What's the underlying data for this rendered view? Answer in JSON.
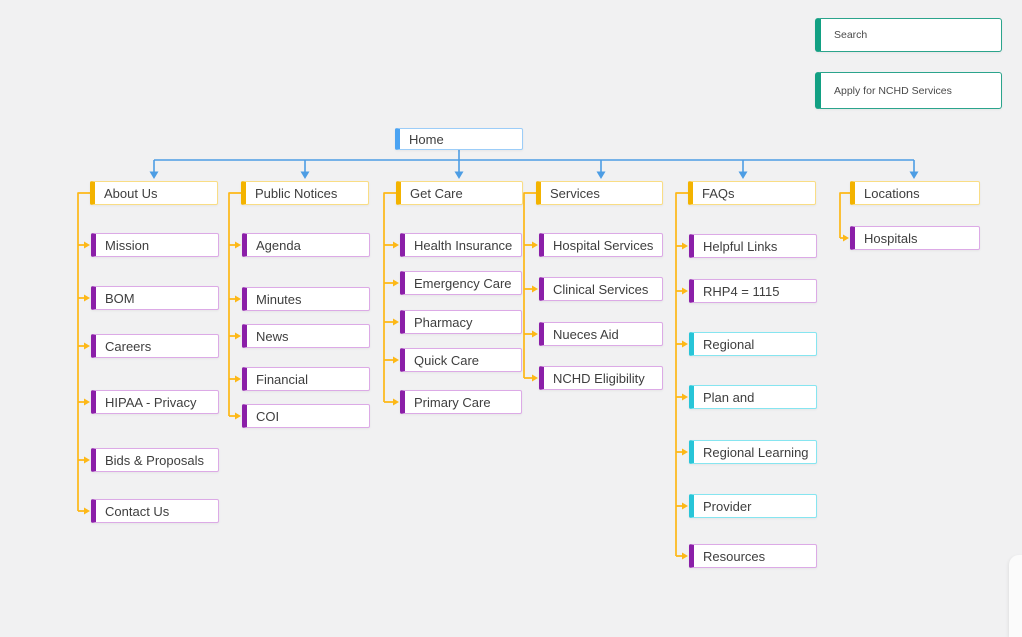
{
  "colors": {
    "bg": "#f1f1f2",
    "blue_line": "#4d9de4",
    "blue_bar": "#4ba3f2",
    "blue_border": "#9ccdf8",
    "yellow_line": "#fdb817",
    "yellow_bar": "#f3b300",
    "yellow_border": "#f9dd85",
    "purple_bar": "#8b1fa8",
    "purple_border": "#dcaae6",
    "cyan_bar": "#28c5d8",
    "cyan_border": "#86e5f0",
    "teal_bar": "#12a083",
    "teal_border": "#2ba48c"
  },
  "utility_nodes": [
    {
      "label": "Search"
    },
    {
      "label": "Apply for NCHD Services"
    }
  ],
  "root": {
    "label": "Home"
  },
  "columns": [
    {
      "header": {
        "label": "About Us"
      },
      "children": [
        {
          "label": "Mission",
          "color": "purple"
        },
        {
          "label": "BOM",
          "color": "purple"
        },
        {
          "label": "Careers",
          "color": "purple"
        },
        {
          "label": "HIPAA - Privacy",
          "color": "purple"
        },
        {
          "label": "Bids & Proposals",
          "color": "purple"
        },
        {
          "label": "Contact Us",
          "color": "purple"
        }
      ]
    },
    {
      "header": {
        "label": "Public Notices"
      },
      "children": [
        {
          "label": "Agenda",
          "color": "purple"
        },
        {
          "label": "Minutes",
          "color": "purple"
        },
        {
          "label": "News",
          "color": "purple"
        },
        {
          "label": "Financial",
          "color": "purple"
        },
        {
          "label": "COI",
          "color": "purple"
        }
      ]
    },
    {
      "header": {
        "label": "Get Care"
      },
      "children": [
        {
          "label": "Health Insurance",
          "color": "purple"
        },
        {
          "label": "Emergency Care",
          "color": "purple"
        },
        {
          "label": "Pharmacy",
          "color": "purple"
        },
        {
          "label": "Quick Care",
          "color": "purple"
        },
        {
          "label": "Primary Care",
          "color": "purple"
        }
      ]
    },
    {
      "header": {
        "label": "Services"
      },
      "children": [
        {
          "label": "Hospital Services",
          "color": "purple"
        },
        {
          "label": "Clinical Services",
          "color": "purple"
        },
        {
          "label": "Nueces Aid",
          "color": "purple"
        },
        {
          "label": "NCHD Eligibility",
          "color": "purple"
        }
      ]
    },
    {
      "header": {
        "label": "FAQs"
      },
      "children": [
        {
          "label": "Helpful Links",
          "color": "purple"
        },
        {
          "label": "RHP4 = 1115",
          "color": "purple"
        },
        {
          "label": "Regional",
          "color": "cyan"
        },
        {
          "label": "Plan and",
          "color": "cyan"
        },
        {
          "label": "Regional Learning",
          "color": "cyan"
        },
        {
          "label": "Provider",
          "color": "cyan"
        },
        {
          "label": "Resources",
          "color": "purple"
        }
      ]
    },
    {
      "header": {
        "label": "Locations"
      },
      "children": [
        {
          "label": "Hospitals",
          "color": "purple"
        }
      ]
    }
  ]
}
